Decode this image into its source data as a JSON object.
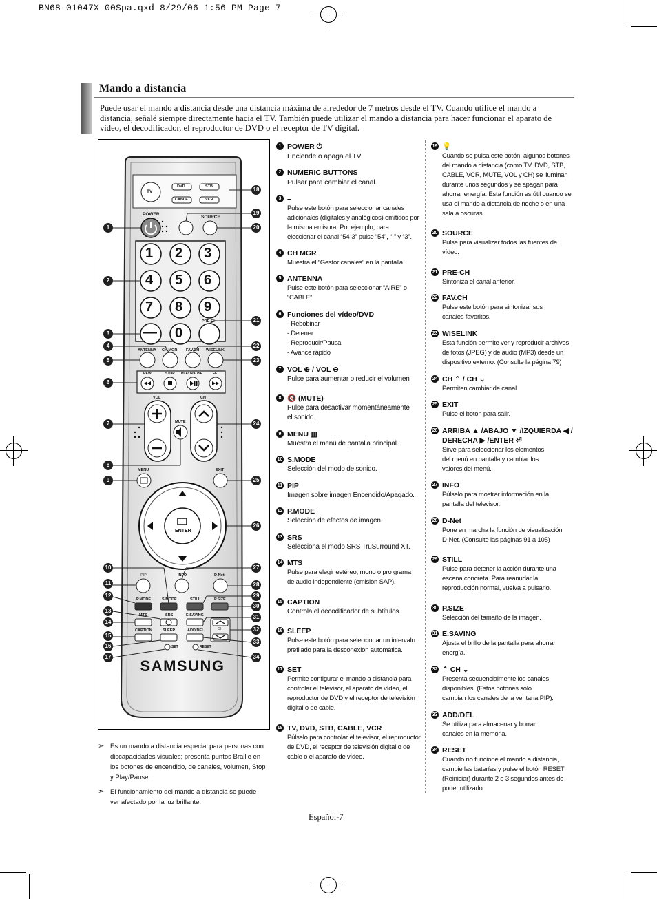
{
  "print_header": "BN68-01047X-00Spa.qxd   8/29/06   1:56 PM   Page 7",
  "title": "Mando a distancia",
  "intro": "Puede usar el mando a distancia desde una distancia máxima de alrededor de 7 metros desde el TV. Cuando utilice el mando a distancia, señalé siempre directamente hacia el TV. También puede utilizar el mando a distancia para hacer funcionar el aparato de vídeo, el decodificador, el reproductor de DVD o el receptor de TV digital.",
  "remote": {
    "brand": "SAMSUNG",
    "mode_buttons": [
      "TV",
      "DVD",
      "STB",
      "CABLE",
      "VCR"
    ],
    "labels": {
      "power": "POWER",
      "source": "SOURCE",
      "prech": "PRE-CH",
      "antenna": "ANTENNA",
      "chmgr": "CH MGR",
      "favch": "FAV.CH",
      "wiselink": "WISELINK",
      "rew": "REW",
      "stop": "STOP",
      "playpause": "PLAY/PAUSE",
      "ff": "FF",
      "vol": "VOL",
      "ch": "CH",
      "mute": "MUTE",
      "menu": "MENU",
      "exit": "EXIT",
      "enter": "ENTER",
      "pip": "PIP",
      "info": "INFO",
      "dnet": "D-Net",
      "pmode": "P.MODE",
      "smode": "S.MODE",
      "still": "STILL",
      "psize": "P.SIZE",
      "mts": "MTS",
      "srs": "SRS",
      "esaving": "E.SAVING",
      "caption": "CAPTION",
      "sleep": "SLEEP",
      "adddel": "ADD/DEL",
      "ch_small": "CH",
      "set": "SET",
      "reset": "RESET"
    },
    "digits": [
      "1",
      "2",
      "3",
      "4",
      "5",
      "6",
      "7",
      "8",
      "9",
      "—",
      "0"
    ],
    "callouts": [
      "1",
      "2",
      "3",
      "4",
      "5",
      "6",
      "7",
      "8",
      "9",
      "10",
      "11",
      "12",
      "13",
      "14",
      "15",
      "16",
      "17",
      "18",
      "19",
      "20",
      "21",
      "22",
      "23",
      "24",
      "25",
      "26",
      "27",
      "28",
      "29",
      "30",
      "31",
      "32",
      "33",
      "34"
    ]
  },
  "col1": [
    {
      "n": "1",
      "t": "POWER ⏻",
      "d": "Enciende o apaga el TV."
    },
    {
      "n": "2",
      "t": "NUMERIC BUTTONS",
      "d": "Pulsar para cambiar el canal."
    },
    {
      "n": "3",
      "t": "–",
      "d": "Pulse este botón para seleccionar canales\nadicionales (digitales y analógicos) emitidos por\nla misma emisora. Por ejemplo, para\neleccionar el canal “54-3” pulse “54”, “-” y “3”."
    },
    {
      "n": "4",
      "t": "CH MGR",
      "d": "Muestra el “Gestor canales” en la pantalla."
    },
    {
      "n": "5",
      "t": "ANTENNA",
      "d": "Pulse este botón para seleccionar “AIRE” o\n“CABLE”."
    },
    {
      "n": "6",
      "t": "Funciones del vídeo/DVD",
      "d": "- Rebobinar\n- Detener\n- Reproducir/Pausa\n- Avance rápido"
    },
    {
      "n": "7",
      "t": "VOL ⊕ / VOL ⊖",
      "d": "Pulse para aumentar o reducir el volumen"
    },
    {
      "n": "8",
      "t": "🔇 (MUTE)",
      "d": "Pulse para desactivar momentáneamente\nel sonido."
    },
    {
      "n": "9",
      "t": "MENU ▥",
      "d": "Muestra el menú de pantalla principal."
    },
    {
      "n": "10",
      "t": "S.MODE",
      "d": "Selección del modo de sonido."
    },
    {
      "n": "11",
      "t": "PIP",
      "d": "Imagen sobre imagen Encendido/Apagado."
    },
    {
      "n": "12",
      "t": "P.MODE",
      "d": "Selección de efectos de imagen."
    },
    {
      "n": "13",
      "t": "SRS",
      "d": "Selecciona el modo SRS TruSurround XT."
    },
    {
      "n": "14",
      "t": "MTS",
      "d": " Pulse para elegir estéreo, mono o pro grama\nde audio independiente (emisión SAP)."
    },
    {
      "n": "15",
      "t": "CAPTION",
      "d": "Controla el decodificador de subtítulos."
    },
    {
      "n": "16",
      "t": "SLEEP",
      "d": "Pulse este botón para seleccionar un intervalo\nprefijado para la desconexión automática."
    },
    {
      "n": "17",
      "t": "SET",
      "d": "Permite configurar el mando a distancia para\ncontrolar el televisor, el aparato de vídeo, el\nreproductor de DVD y el receptor de televisión\ndigital o de cable."
    },
    {
      "n": "18",
      "t": "TV, DVD, STB, CABLE, VCR",
      "d": "Púlselo para controlar el televisor, el reproductor\nde DVD, el receptor de televisión digital o de\ncable o el aparato de vídeo."
    }
  ],
  "col2": [
    {
      "n": "19",
      "t": "💡",
      "d": "Cuando se pulsa este botón, algunos botones\ndel mando a distancia (como TV, DVD, STB,\nCABLE, VCR, MUTE, VOL y CH) se iluminan\ndurante unos segundos y se apagan para\nahorrar energía. Esta función es útil cuando se\nusa el mando a distancia de noche o en una\nsala a oscuras."
    },
    {
      "n": "20",
      "t": "SOURCE",
      "d": "Pulse para visualizar todos las fuentes de\nvídeo."
    },
    {
      "n": "21",
      "t": "PRE-CH",
      "d": "Sintoniza el canal anterior."
    },
    {
      "n": "22",
      "t": "FAV.CH",
      "d": "Pulse este botón para sintonizar sus\ncanales favoritos."
    },
    {
      "n": "23",
      "t": "WISELINK",
      "d": "Esta función permite ver y reproducir archivos\nde fotos (JPEG) y de audio (MP3) desde un\ndispositivo externo. (Consulte la página 79)"
    },
    {
      "n": "24",
      "t": "CH ⌃  / CH ⌄",
      "d": "Permiten cambiar de canal."
    },
    {
      "n": "25",
      "t": "EXIT",
      "d": "Pulse el botón para salir."
    },
    {
      "n": "26",
      "t": "ARRIBA ▲ /ABAJO ▼ /IZQUIERDA ◀ /\nDERECHA ▶ /ENTER ⏎",
      "d": "Sirve para seleccionar los elementos\ndel menú en pantalla y cambiar los\nvalores del menú."
    },
    {
      "n": "27",
      "t": "INFO",
      "d": "Púlselo para mostrar información en la\npantalla del televisor."
    },
    {
      "n": "28",
      "t": "D-Net",
      "d": "Pone en marcha la función de visualización\nD-Net. (Consulte las páginas 91 a 105)"
    },
    {
      "n": "29",
      "t": "STILL",
      "d": "Pulse para detener la acción durante una\nescena concreta. Para reanudar la\nreproducción normal, vuelva a pulsarlo."
    },
    {
      "n": "30",
      "t": "P.SIZE",
      "d": "Selección del tamaño de la imagen."
    },
    {
      "n": "31",
      "t": "E.SAVING",
      "d": "Ajusta el brillo de la pantalla para ahorrar\nenergía."
    },
    {
      "n": "32",
      "t": "⌃ CH ⌄",
      "d": "Presenta secuencialmente los canales\ndisponibles. (Estos botones sólo\ncambian los canales de la ventana PIP)."
    },
    {
      "n": "33",
      "t": "ADD/DEL",
      "d": "Se utiliza para almacenar y borrar\ncanales en la memoria."
    },
    {
      "n": "34",
      "t": "RESET",
      "d": "Cuando no funcione el mando a distancia,\ncambie las baterías y pulse el botón RESET\n(Reiniciar) durante 2 o 3 segundos antes de\npoder utilizarlo."
    }
  ],
  "notes": [
    "Es un mando a distancia especial para personas con discapacidades visuales; presenta puntos Braille en los botones de encendido, de canales, volumen, Stop y Play/Pause.",
    "El funcionamiento del mando a distancia se puede ver afectado por la luz brillante."
  ],
  "note_marker": "➣",
  "footer": "Español-7"
}
